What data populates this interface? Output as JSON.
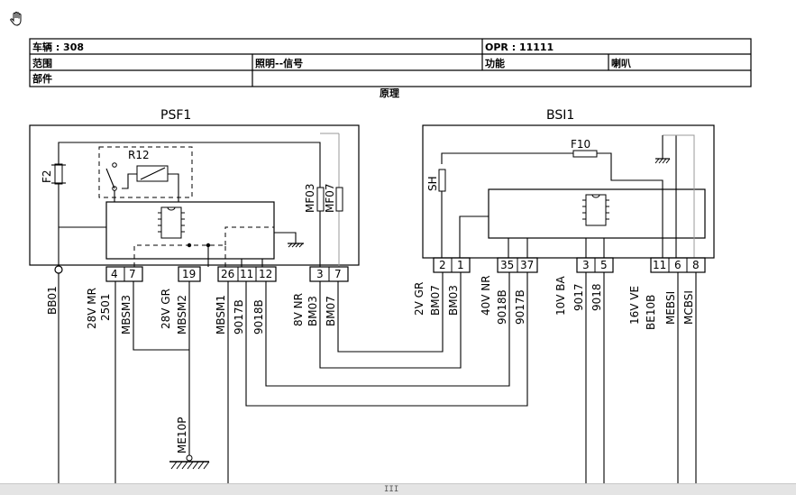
{
  "header": {
    "vehicle": "车辆 : 308",
    "opr": "OPR : 11111",
    "scope_label": "范围",
    "scope_value": "照明--信号",
    "function_label": "功能",
    "function_value": "喇叭",
    "parts_label": "部件",
    "principle": "原理"
  },
  "modules": {
    "psf1": {
      "name": "PSF1",
      "relay": "R12",
      "fuse": "F2",
      "fuse_mf03": "MF03",
      "fuse_mf07": "MF07"
    },
    "bsi1": {
      "name": "BSI1",
      "fuse": "F10",
      "shunt": "SH"
    }
  },
  "psf1_pins": [
    "4",
    "7",
    "19",
    "26",
    "11",
    "12",
    "3",
    "7"
  ],
  "bsi1_pins": [
    "2",
    "1",
    "35",
    "37",
    "3",
    "5",
    "11",
    "6",
    "8"
  ],
  "wire_labels": {
    "bb01": "BB01",
    "l_28v_mr": "28V MR",
    "l_2501": "2501",
    "l_mbsm3": "MBSM3",
    "l_28v_gr": "28V GR",
    "l_mbsm2": "MBSM2",
    "l_mbsm1": "MBSM1",
    "l_9017b_a": "9017B",
    "l_9018b_a": "9018B",
    "l_8v_nr": "8V NR",
    "l_bm03_a": "BM03",
    "l_bm07_a": "BM07",
    "l_2v_gr": "2V GR",
    "l_bm07_b": "BM07",
    "l_bm03_b": "BM03",
    "l_40v_nr": "40V NR",
    "l_9018b_b": "9018B",
    "l_9017b_b": "9017B",
    "l_10v_ba": "10V BA",
    "l_9017": "9017",
    "l_9018": "9018",
    "l_16v_ve": "16V VE",
    "l_be10b": "BE10B",
    "l_mebsi": "MEBSI",
    "l_mcbsi": "MCBSI",
    "me10p": "ME10P"
  },
  "statusbar": {
    "grip": "III"
  },
  "icons": {
    "cursor": "hand-cursor-icon",
    "ground": "ground-symbol-icon",
    "chip": "ic-chip-icon"
  }
}
